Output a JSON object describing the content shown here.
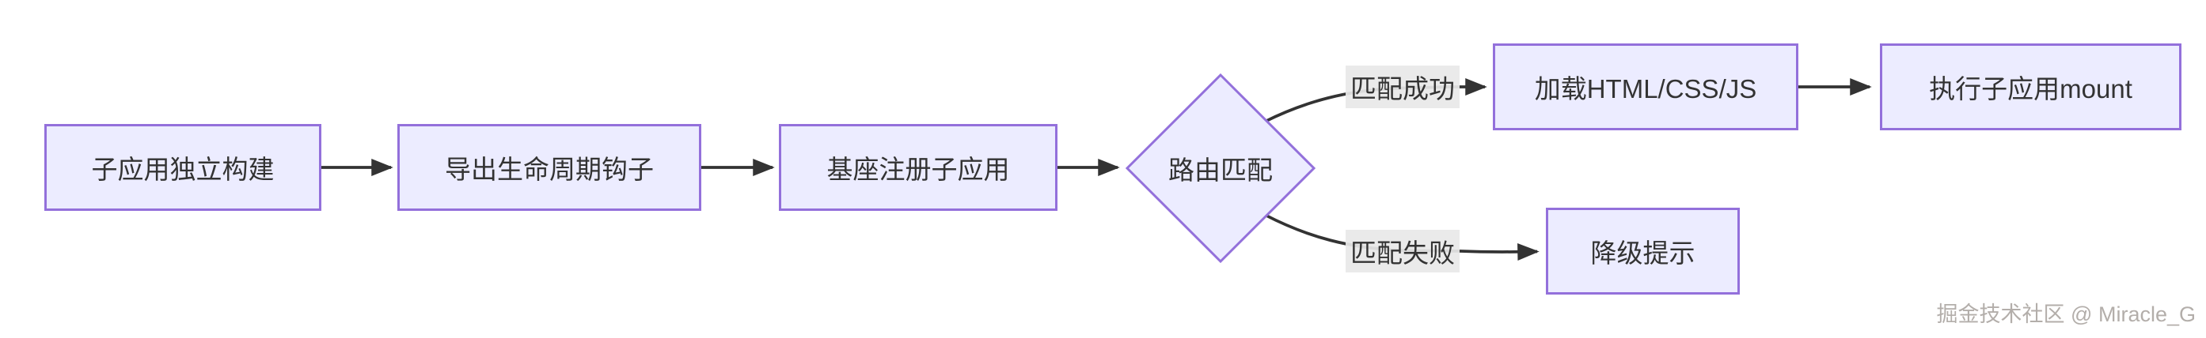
{
  "diagram": {
    "type": "flowchart",
    "direction": "left-to-right",
    "colors": {
      "background": "#ffffff",
      "node_fill": "#ECECFF",
      "node_border": "#9370DB",
      "node_text": "#333333",
      "edge_line": "#333333",
      "edge_label_bg": "#e8e8e8"
    },
    "nodes": [
      {
        "id": "build",
        "shape": "rect",
        "label": "子应用独立构建"
      },
      {
        "id": "hooks",
        "shape": "rect",
        "label": "导出生命周期钩子"
      },
      {
        "id": "register",
        "shape": "rect",
        "label": "基座注册子应用"
      },
      {
        "id": "route",
        "shape": "diamond",
        "label": "路由匹配"
      },
      {
        "id": "load",
        "shape": "rect",
        "label": "加载HTML/CSS/JS"
      },
      {
        "id": "mount",
        "shape": "rect",
        "label": "执行子应用mount"
      },
      {
        "id": "fallback",
        "shape": "rect",
        "label": "降级提示"
      }
    ],
    "edges": [
      {
        "from": "build",
        "to": "hooks",
        "label": ""
      },
      {
        "from": "hooks",
        "to": "register",
        "label": ""
      },
      {
        "from": "register",
        "to": "route",
        "label": ""
      },
      {
        "from": "route",
        "to": "load",
        "label": "匹配成功"
      },
      {
        "from": "route",
        "to": "fallback",
        "label": "匹配失败"
      },
      {
        "from": "load",
        "to": "mount",
        "label": ""
      }
    ]
  },
  "watermark": {
    "text": "掘金技术社区 @ Miracle_G"
  }
}
